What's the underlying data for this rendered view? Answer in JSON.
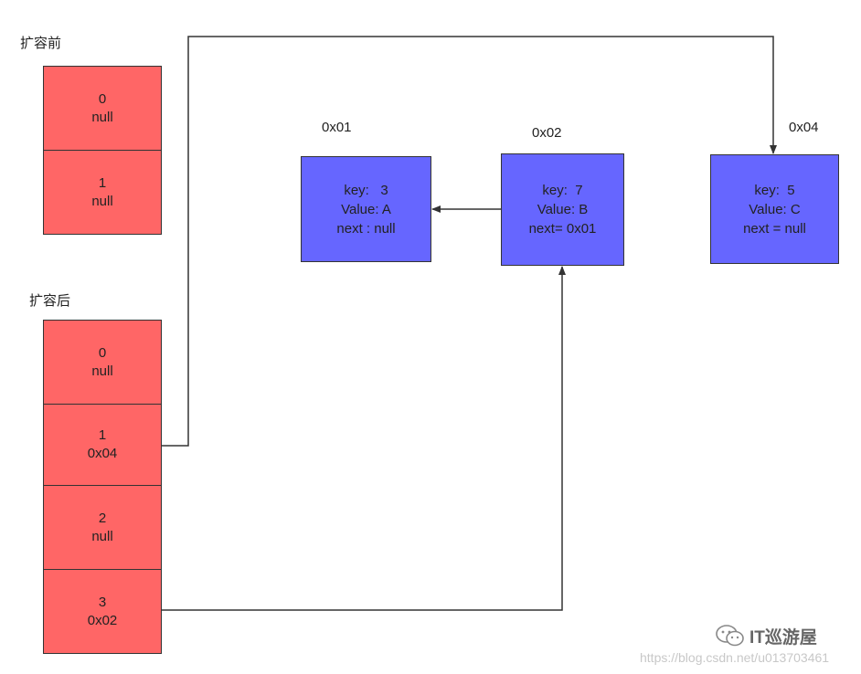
{
  "before": {
    "title": "扩容前",
    "buckets": [
      {
        "index": "0",
        "value": "null"
      },
      {
        "index": "1",
        "value": "null"
      }
    ]
  },
  "after": {
    "title": "扩容后",
    "buckets": [
      {
        "index": "0",
        "value": "null"
      },
      {
        "index": "1",
        "value": "0x04"
      },
      {
        "index": "2",
        "value": "null"
      },
      {
        "index": "3",
        "value": "0x02"
      }
    ]
  },
  "nodes": [
    {
      "addr": "0x01",
      "key": "key:   3",
      "value": "Value: A",
      "next": "next : null"
    },
    {
      "addr": "0x02",
      "key": "key:  7",
      "value": "Value: B",
      "next": "next= 0x01"
    },
    {
      "addr": "0x04",
      "key": "key:  5",
      "value": "Value: C",
      "next": "next = null"
    }
  ],
  "watermark": {
    "brand": "IT巡游屋",
    "url": "https://blog.csdn.net/u013703461"
  },
  "colors": {
    "bucket": "#ff6666",
    "node": "#6666ff",
    "line": "#333333"
  }
}
